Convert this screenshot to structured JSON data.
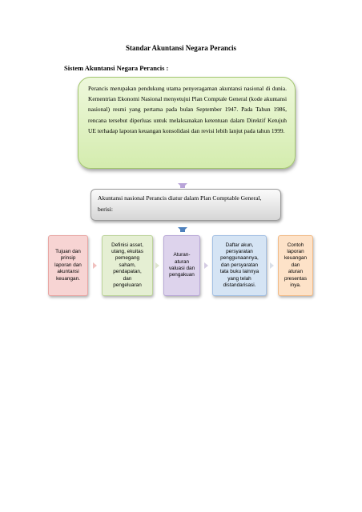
{
  "document": {
    "title": "Standar Akuntansi Negara Perancis",
    "section_heading": "Sistem Akuntansi Negara Perancis :",
    "intro_paragraph": "Perancis merupakan pendukung utama penyeragaman akuntansi nasional di dunia. Kementrian Ekonomi Nasional menyetujui Plan Comptale General (kode akuntansi nasional) resmi yang pertama pada bulan September 1947. Pada Tahun 1986, rencana tersebut diperluas untuk melaksanakan ketentuan dalam Direktif Ketujuh UE terhadap laporan keuangan konsolidasi dan revisi lebih lanjut pada tahun 1999.",
    "plan_statement": "Akuntansi nasional Perancis diatur dalam Plan Comptable General, berisi:"
  },
  "components": [
    {
      "lines": [
        "Tujuan dan",
        "prinsip",
        "laporan dan",
        "akuntansi",
        "keuangan."
      ]
    },
    {
      "lines": [
        "Definisi asset,",
        "utang, ekuitas",
        "pemegang",
        "saham,",
        "pendapatan,",
        "dan",
        "pengeluaran"
      ]
    },
    {
      "lines": [
        "Aturan-",
        "aturan",
        "valuasi dan",
        "pengakuan"
      ]
    },
    {
      "lines": [
        "Daftar akun,",
        "persyaratan",
        "penggunaannya,",
        "dan persyaratan",
        "tata buku lainnya",
        "yang telah",
        "distandarisasi."
      ]
    },
    {
      "lines": [
        "Contoh",
        "laporan",
        "keuangan",
        "dan",
        "aturan",
        "presentas",
        "inya."
      ]
    }
  ],
  "colors": {
    "intro_box": "#d4ecae",
    "plan_box": "#d6d6d6",
    "arrow_to_plan": "#b9a4d9",
    "arrow_to_components": "#4f81bd",
    "card_1": "#f7d4d3",
    "card_2": "#e5efd3",
    "card_3": "#ddd3ec",
    "card_4": "#d5e4f4",
    "card_5": "#fde2c8"
  }
}
